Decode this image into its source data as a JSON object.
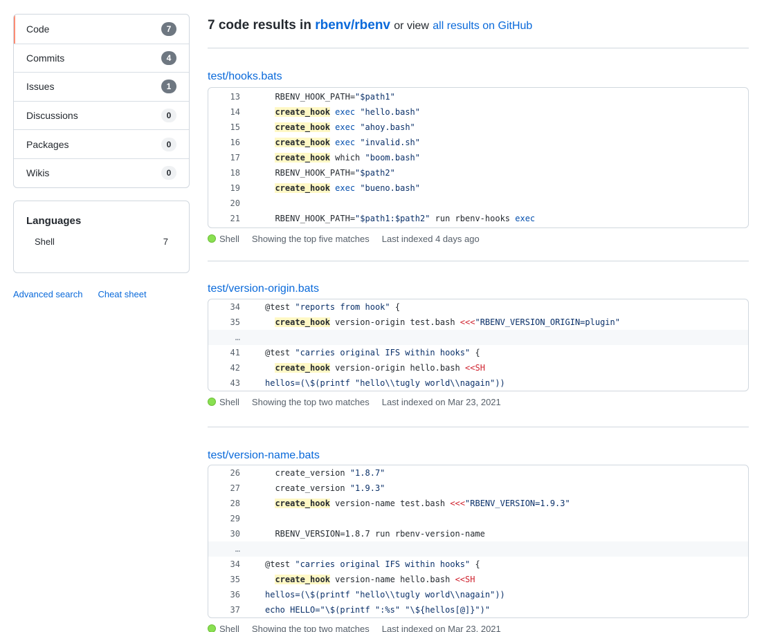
{
  "sidebar": {
    "items": [
      {
        "label": "Code",
        "count": "7"
      },
      {
        "label": "Commits",
        "count": "4"
      },
      {
        "label": "Issues",
        "count": "1"
      },
      {
        "label": "Discussions",
        "count": "0"
      },
      {
        "label": "Packages",
        "count": "0"
      },
      {
        "label": "Wikis",
        "count": "0"
      }
    ],
    "languages_title": "Languages",
    "languages": [
      {
        "name": "Shell",
        "count": "7"
      }
    ],
    "advanced_search": "Advanced search",
    "cheat_sheet": "Cheat sheet"
  },
  "header": {
    "count_text": "7 code results in",
    "repo": "rbenv/rbenv",
    "or_view": "or view",
    "all_results": "all results on GitHub"
  },
  "results": [
    {
      "file": "test/hooks.bats",
      "language": "Shell",
      "matches": "Showing the top five matches",
      "indexed": "Last indexed 4 days ago"
    },
    {
      "file": "test/version-origin.bats",
      "language": "Shell",
      "matches": "Showing the top two matches",
      "indexed": "Last indexed on Mar 23, 2021"
    },
    {
      "file": "test/version-name.bats",
      "language": "Shell",
      "matches": "Showing the top two matches",
      "indexed": "Last indexed on Mar 23, 2021"
    }
  ],
  "colors": {
    "link": "#0969da",
    "highlight": "#fff8c5",
    "shell_dot": "#89e051",
    "selected_bar": "#fd8c73"
  }
}
